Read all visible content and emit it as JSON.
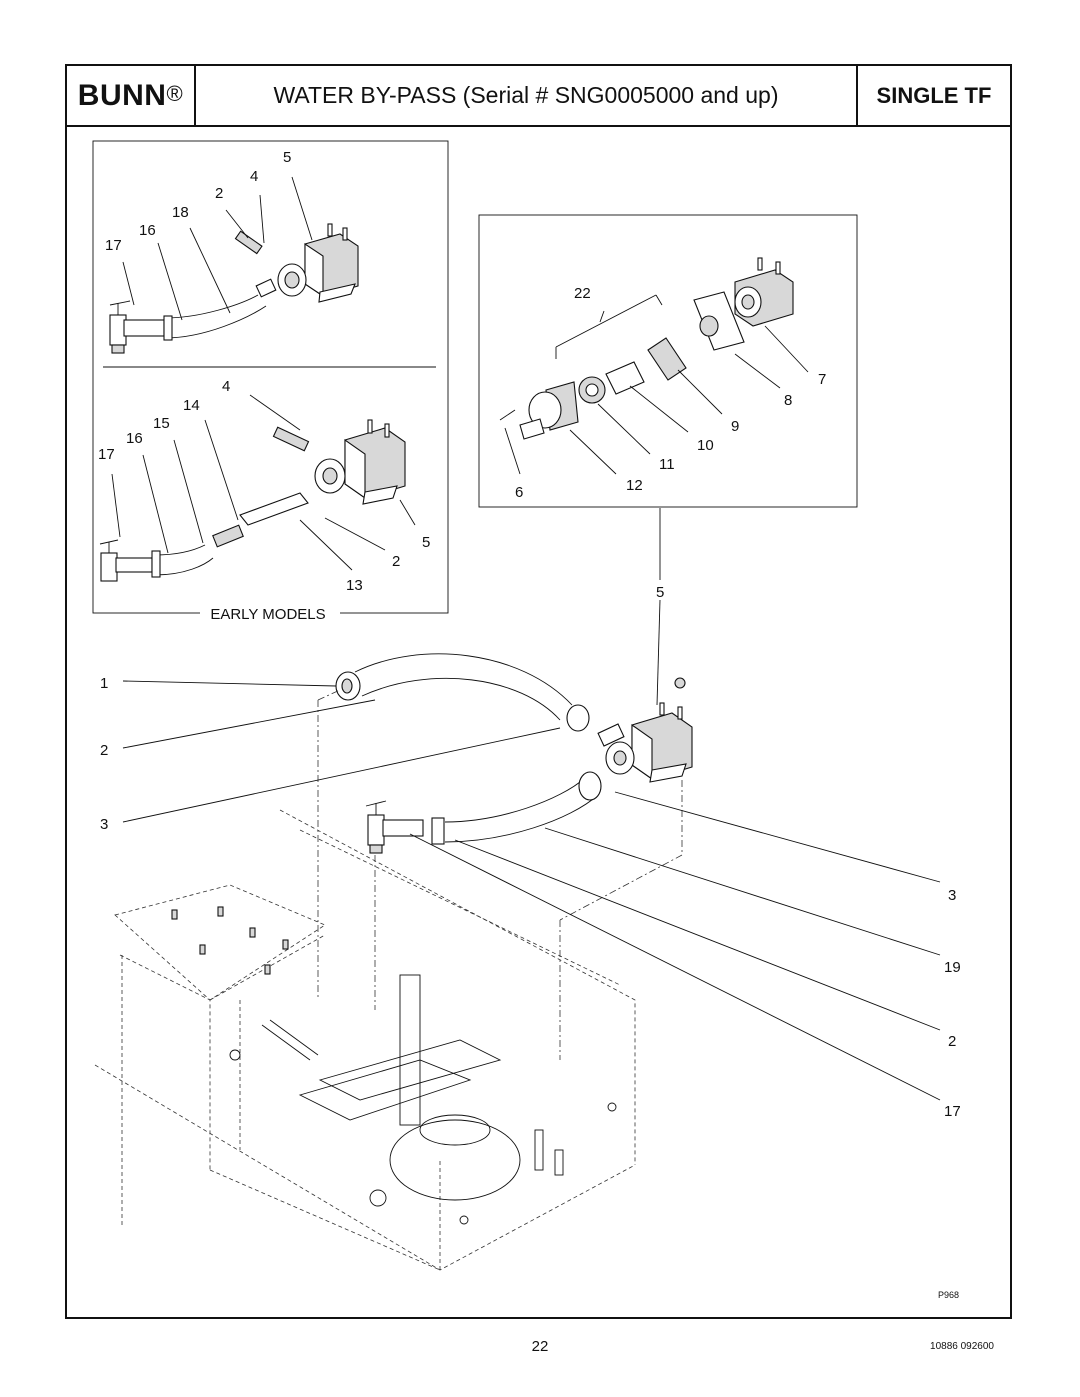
{
  "header": {
    "brand": "BUNN",
    "brand_mark": "®",
    "title": "WATER BY-PASS (Serial # SNG0005000 and up)",
    "model": "SINGLE TF"
  },
  "inset_early": {
    "label": "EARLY MODELS",
    "top_callouts": [
      "5",
      "4",
      "2",
      "18",
      "16",
      "17"
    ],
    "bottom_callouts": [
      "4",
      "14",
      "15",
      "16",
      "17",
      "5",
      "2",
      "13"
    ]
  },
  "inset_valve": {
    "callouts": [
      "22",
      "7",
      "8",
      "9",
      "10",
      "11",
      "12",
      "6"
    ]
  },
  "main_callouts": {
    "left": [
      "1",
      "2",
      "3"
    ],
    "right": [
      "3",
      "19",
      "2",
      "17"
    ],
    "valve": "5"
  },
  "drawing_code": "P968",
  "footer": {
    "page_number": "22",
    "doc_code": "10886 092600"
  },
  "colors": {
    "line": "#111111",
    "background": "#ffffff"
  }
}
